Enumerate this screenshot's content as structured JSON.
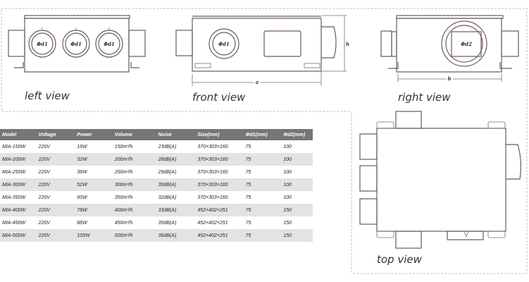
{
  "views": {
    "left": "left view",
    "front": "front view",
    "right": "right view",
    "top": "top view"
  },
  "dimensions": {
    "a": "a",
    "b": "b",
    "h": "h"
  },
  "port_labels": {
    "d1": "Φd1",
    "d2": "Φd2"
  },
  "table": {
    "headers": [
      "Model",
      "Voltage",
      "Power",
      "Volume",
      "Noise",
      "Size(mm)",
      "Φd1(mm)",
      "Φd2(mm)"
    ],
    "rows": [
      [
        "MIA-150W",
        "220V",
        "19W",
        "150m³/h",
        "23dB(A)",
        "370×303×160",
        "75",
        "100"
      ],
      [
        "MIA-200W",
        "220V",
        "32W",
        "200m³/h",
        "28dB(A)",
        "370×303×160",
        "75",
        "100"
      ],
      [
        "MIA-250W",
        "220V",
        "38W",
        "250m³/h",
        "29dB(A)",
        "370×303×160",
        "75",
        "100"
      ],
      [
        "MIA-300W",
        "220V",
        "52W",
        "300m³/h",
        "30dB(A)",
        "370×303×160",
        "75",
        "100"
      ],
      [
        "MIA-350W",
        "220V",
        "60W",
        "350m³/h",
        "32dB(A)",
        "370×303×160",
        "75",
        "100"
      ],
      [
        "MIA-400W",
        "220V",
        "78W",
        "400m³/h",
        "33dB(A)",
        "452×402×251",
        "75",
        "150"
      ],
      [
        "MIA-450W",
        "220V",
        "88W",
        "450m³/h",
        "35dB(A)",
        "452×402×251",
        "75",
        "150"
      ],
      [
        "MIA-500W",
        "220V",
        "105W",
        "500m³/h",
        "36dB(A)",
        "452×402×251",
        "75",
        "150"
      ]
    ]
  },
  "colors": {
    "header_bg": "#767676",
    "alt_row_bg": "#e3e3e3",
    "line": "#6b5a55"
  }
}
